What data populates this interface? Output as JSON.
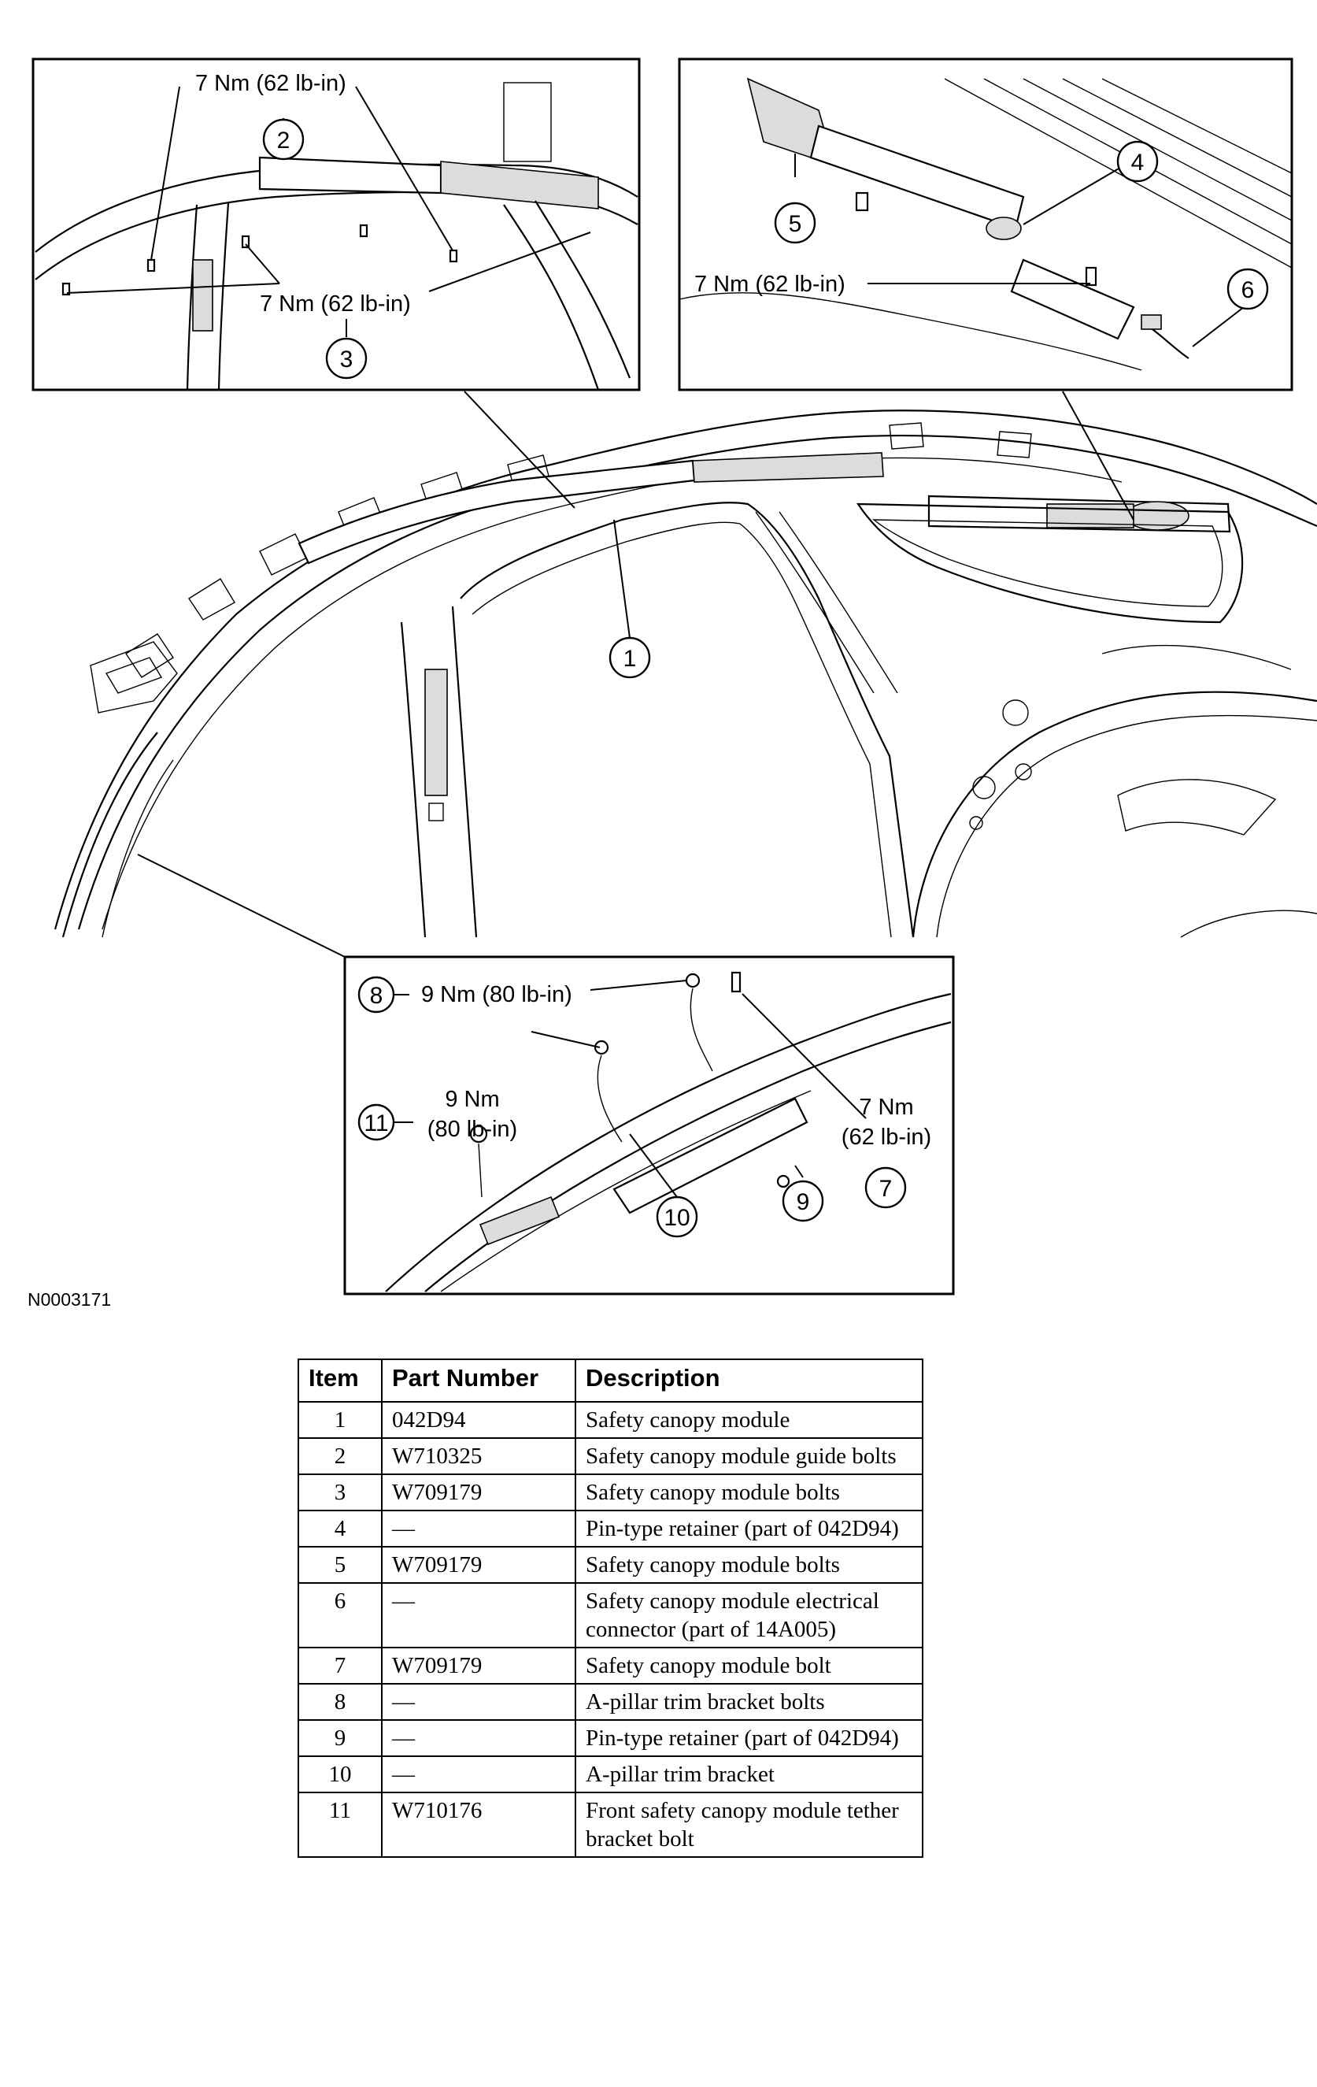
{
  "figure_id": "N0003171",
  "callouts": {
    "c1": "1",
    "c2": "2",
    "c3": "3",
    "c4": "4",
    "c5": "5",
    "c6": "6",
    "c7": "7",
    "c8": "8",
    "c9": "9",
    "c10": "10",
    "c11": "11"
  },
  "torques": {
    "t_guide_bolt": "7 Nm (62 lb-in)",
    "t_module_bolts_front": "7 Nm (62 lb-in)",
    "t_module_bolts_rear": "7 Nm (62 lb-in)",
    "t_trim_bracket_bolts": "9 Nm (80 lb-in)",
    "t_tether_bolt_line1": "9 Nm",
    "t_tether_bolt_line2": "(80 lb-in)",
    "t_module_bolt_line1": "7 Nm",
    "t_module_bolt_line2": "(62 lb-in)"
  },
  "table": {
    "headers": {
      "item": "Item",
      "part_number": "Part Number",
      "description": "Description"
    },
    "rows": [
      {
        "item": "1",
        "part_number": "042D94",
        "description": "Safety canopy module"
      },
      {
        "item": "2",
        "part_number": "W710325",
        "description": "Safety canopy module guide bolts"
      },
      {
        "item": "3",
        "part_number": "W709179",
        "description": "Safety canopy module bolts"
      },
      {
        "item": "4",
        "part_number": "—",
        "description": "Pin-type retainer (part of 042D94)"
      },
      {
        "item": "5",
        "part_number": "W709179",
        "description": "Safety canopy module bolts"
      },
      {
        "item": "6",
        "part_number": "—",
        "description": "Safety canopy module electrical connector (part of 14A005)"
      },
      {
        "item": "7",
        "part_number": "W709179",
        "description": "Safety canopy module bolt"
      },
      {
        "item": "8",
        "part_number": "—",
        "description": "A-pillar trim bracket bolts"
      },
      {
        "item": "9",
        "part_number": "—",
        "description": "Pin-type retainer (part of 042D94)"
      },
      {
        "item": "10",
        "part_number": "—",
        "description": "A-pillar trim bracket"
      },
      {
        "item": "11",
        "part_number": "W710176",
        "description": "Front safety canopy module tether bracket bolt"
      }
    ]
  }
}
